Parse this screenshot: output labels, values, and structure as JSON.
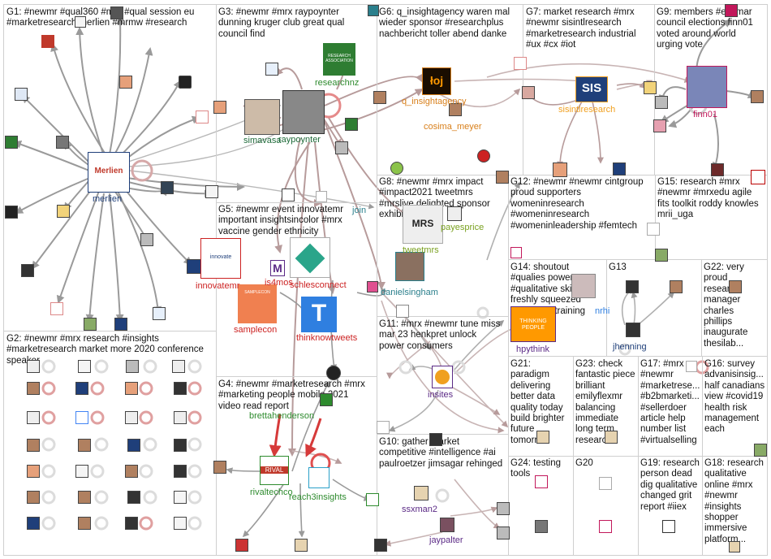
{
  "panels": [
    {
      "id": "g1",
      "title": "G1: #newmr #qual360 #mrx #qual session eu\n#marketresearch merlien #mrmw #research"
    },
    {
      "id": "g2",
      "title": "G2: #newmr #mrx research #insights\n#marketresearch market more 2020 conference\nspeaker"
    },
    {
      "id": "g3",
      "title": "G3: #newmr #mrx raypoynter\ndunning kruger club great qual\ncouncil find"
    },
    {
      "id": "g4",
      "title": "G4: #newmr #marketresearch #mrx\n#marketing people mobile 2021\nvideo read report"
    },
    {
      "id": "g5",
      "title": "G5: #newmr event innovatemr\nimportant insightsincolor #mrx\nvaccine gender ethnicity"
    },
    {
      "id": "g6",
      "title": "G6: q_insightagency waren mal\nwieder sponsor #researchplus\nnachbericht toller abend danke"
    },
    {
      "id": "g7",
      "title": "G7: market research #mrx\n#newmr sisintlresearch\n#marketresearch industrial\n#ux #cx #iot"
    },
    {
      "id": "g8",
      "title": "G8: #newmr #mrx impact\n#impact2021 tweetmrs\n#mrslive delighted sponsor\nexhibit next"
    },
    {
      "id": "g9",
      "title": "G9: members #esomar\ncouncil elections finn01\nvoted around world\nurging vote"
    },
    {
      "id": "g10",
      "title": "G10: gather market\ncompetitive #intelligence #ai\npaulroetzer jimsagar rehinged"
    },
    {
      "id": "g11",
      "title": "G11: #mrx #newmr tune miss\nmar 23 henkpret unlock\npower consumers"
    },
    {
      "id": "g12",
      "title": "G12: #newmr #newmr cintgroup\nproud supporters\nwomeninresearch\n#womeninresearch\n#womeninleadership #femtech"
    },
    {
      "id": "g13",
      "title": "G13"
    },
    {
      "id": "g14",
      "title": "G14: shoutout\n#qualies power\n#qualitative skillset\nfreshly squeezed\n#esomar #training\ngeared"
    },
    {
      "id": "g15",
      "title": "G15: research #mrx\n#newmr #mrxedu agile\nfits toolkit roddy knowles\nmrii_uga"
    },
    {
      "id": "g16",
      "title": "G16: survey\nadvanisinsig...\nhalf canadians\nview #covid19\nhealth risk\nmanagement\neach"
    },
    {
      "id": "g17",
      "title": "G17: #mrx\n#newmr\n#marketrese...\n#b2bmarketi...\n#sellerdoer\narticle help\nnumber list\n#virtualselling"
    },
    {
      "id": "g18",
      "title": "G18: research\nqualitative\nonline #mrx\n#newmr\n#insights\nshopper\nimmersive\nplatform..."
    },
    {
      "id": "g19",
      "title": "G19: research\nperson dead\ndig qualitative\nchanged grit\nreport #iiex"
    },
    {
      "id": "g20",
      "title": "G20"
    },
    {
      "id": "g21",
      "title": "G21:\nparadigm\ndelivering\nbetter data\nquality today\nbuild brighter\nfuture\ntomorrow"
    },
    {
      "id": "g22",
      "title": "G22: very\nproud\nresearch\nmanager\ncharles\nphillips\ninaugurate\nthesilab..."
    },
    {
      "id": "g23",
      "title": "G23: check\nfantastic piece\nbrilliant\nemilyflexmr\nbalancing\nimmediate\nlong term\nresearch"
    },
    {
      "id": "g24",
      "title": "G24: testing\ntools"
    }
  ],
  "labels": [
    {
      "id": "merlien",
      "text": "merlien"
    },
    {
      "id": "raypoynter",
      "text": "raypoynter"
    },
    {
      "id": "simavasa",
      "text": "simavasa"
    },
    {
      "id": "researchnz",
      "text": "researchnz"
    },
    {
      "id": "q_insightagency",
      "text": "q_insightagency"
    },
    {
      "id": "cosima_meyer",
      "text": "cosima_meyer"
    },
    {
      "id": "sisintlresearch",
      "text": "sisintlresearch"
    },
    {
      "id": "finn01",
      "text": "finn01"
    },
    {
      "id": "innovatemr",
      "text": "innovatemr"
    },
    {
      "id": "schlesconnect",
      "text": "schlesconnect"
    },
    {
      "id": "samplecon",
      "text": "samplecon"
    },
    {
      "id": "thinknowtweets",
      "text": "thinknowtweets"
    },
    {
      "id": "is4mos",
      "text": "is4mos"
    },
    {
      "id": "join",
      "text": "join"
    },
    {
      "id": "tweetmrs",
      "text": "tweetmrs"
    },
    {
      "id": "payesprice",
      "text": "payesprice"
    },
    {
      "id": "danielsingham",
      "text": "danielsingham"
    },
    {
      "id": "insites",
      "text": "insites"
    },
    {
      "id": "brettahenderson",
      "text": "brettahenderson"
    },
    {
      "id": "rivaltechco",
      "text": "rivaltechco"
    },
    {
      "id": "reach3insights",
      "text": "reach3insights"
    },
    {
      "id": "ssxman2",
      "text": "ssxman2"
    },
    {
      "id": "jaypalter",
      "text": "jaypalter"
    },
    {
      "id": "jhenning",
      "text": "jhenning"
    },
    {
      "id": "hpythink",
      "text": "hpythink"
    },
    {
      "id": "nrhi",
      "text": "nrhi"
    }
  ],
  "logos": {
    "merlien": "Merlien",
    "research_association": "RESEARCH\nASSOCIATION",
    "innovate": "innovate",
    "samplecon": "SAMPLECON",
    "rival": "RIVAL",
    "sis": "SIS",
    "loj": "łoj",
    "thinking_people": "THINKING\nPEOPLE",
    "mrs": "MRS"
  },
  "colors": {
    "edge_gray": "#9a9a9a",
    "edge_brown": "#b79b9b",
    "edge_red": "#d63a3a",
    "panel_border": "#cfcfcf",
    "label_navy": "#1f3f7a",
    "label_green": "#2e8b2e",
    "label_red": "#cc2222",
    "label_orange": "#d87f1a",
    "label_purple": "#5b2a86",
    "label_teal": "#2a7f8c",
    "label_magenta": "#c2185b",
    "label_olive": "#7aa120",
    "label_darkgreen": "#1f6b3a"
  }
}
